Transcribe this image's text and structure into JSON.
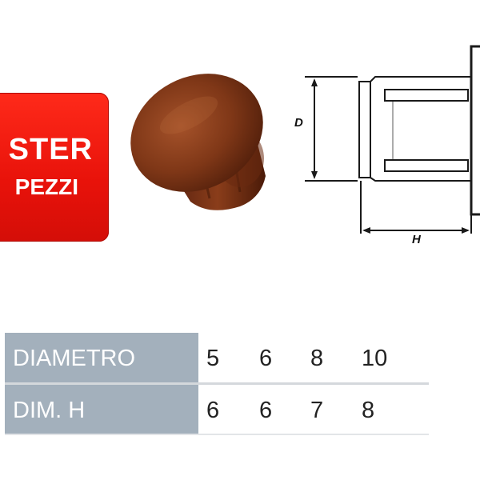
{
  "badge": {
    "line1": "STER",
    "line2": "PEZZI"
  },
  "diagram": {
    "label_d": "D",
    "label_h": "H"
  },
  "table": {
    "rows": [
      {
        "label": "DIAMETRO",
        "values": [
          "5",
          "6",
          "8",
          "10"
        ]
      },
      {
        "label": "DIM. H",
        "values": [
          "6",
          "6",
          "7",
          "8"
        ]
      }
    ]
  },
  "colors": {
    "badge_red": "#e8120a",
    "table_header": "#a3b0bc",
    "cap_brown": "#7a3315"
  }
}
